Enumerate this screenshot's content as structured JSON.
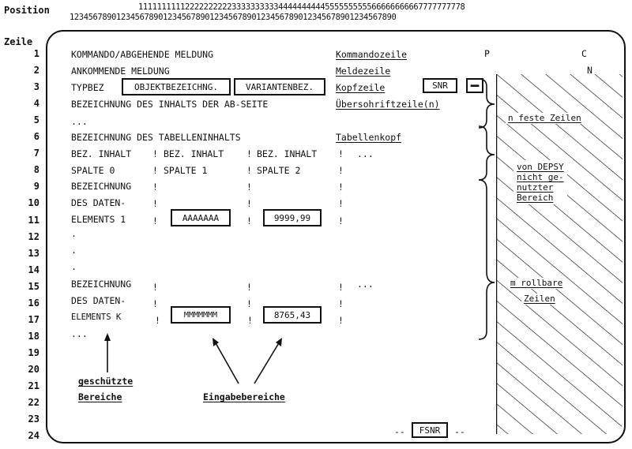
{
  "header": {
    "position_label": "Position",
    "ruler_tens": "1111111111222222222233333333334444444444555555555566666666667777777778",
    "ruler_ones": "1234567890123456789012345678901234567890123456789012345678901234567890",
    "zeile_label": "Zeile"
  },
  "rows": [
    "1",
    "2",
    "3",
    "4",
    "5",
    "6",
    "7",
    "8",
    "9",
    "10",
    "11",
    "12",
    "13",
    "14",
    "15",
    "16",
    "17",
    "18",
    "19",
    "20",
    "21",
    "22",
    "23",
    "24"
  ],
  "lines": {
    "l1": "KOMMANDO/ABGEHENDE MELDUNG",
    "l2": "ANKOMMENDE MELDUNG",
    "l3": "TYPBEZ",
    "l4": "BEZEICHNUNG DES INHALTS DER AB-SEITE",
    "l5": "...",
    "l6": "BEZEICHNUNG DES TABELLENINHALTS",
    "l7a": "BEZ. INHALT",
    "l7b": "BEZ. INHALT",
    "l7c": "BEZ. INHALT",
    "l7d": "...",
    "l8a": "SPALTE 0",
    "l8b": "SPALTE 1",
    "l8c": "SPALTE 2",
    "l9": "BEZEICHNUNG",
    "l10": "DES DATEN-",
    "l11": "ELEMENTS 1",
    "l12": ".",
    "l13": ".",
    "l14": ".",
    "l15": "BEZEICHNUNG",
    "l15d": "...",
    "l16": "DES DATEN-",
    "l17": "ELEMENTS K",
    "l18": "...",
    "bang": "!"
  },
  "fields": {
    "objektbez": "OBJEKTBEZEICHNG.",
    "variantenbez": "VARIANTENBEZ.",
    "snr": "SNR",
    "small": "▬▬",
    "aaaa": "AAAAAAA",
    "v9999": "9999,99",
    "mmmm": "MMMMMMM",
    "v8765": "8765,43",
    "fsnr": "FSNR",
    "dash_left": "--",
    "dash_right": "--"
  },
  "labels": {
    "kommandozeile": "Kommandozeile",
    "meldezeile": "Meldezeile",
    "kopfzeile": "Kopfzeile",
    "ueberschrift": "Übersohriftzeile(n)",
    "tabellenkopf": "Tabellenkopf",
    "p": "P",
    "c": "C",
    "n": "N",
    "feste": "n feste Zeilen",
    "depsy1": "von DEPSY",
    "depsy2": "nicht ge-",
    "depsy3": "nutzter",
    "depsy4": "Bereich",
    "rollbare": "m rollbare",
    "zeilen": "Zeilen",
    "geschuetzte1": "geschützte",
    "geschuetzte2": "Bereiche",
    "eingabe": "Eingabebereiche"
  }
}
